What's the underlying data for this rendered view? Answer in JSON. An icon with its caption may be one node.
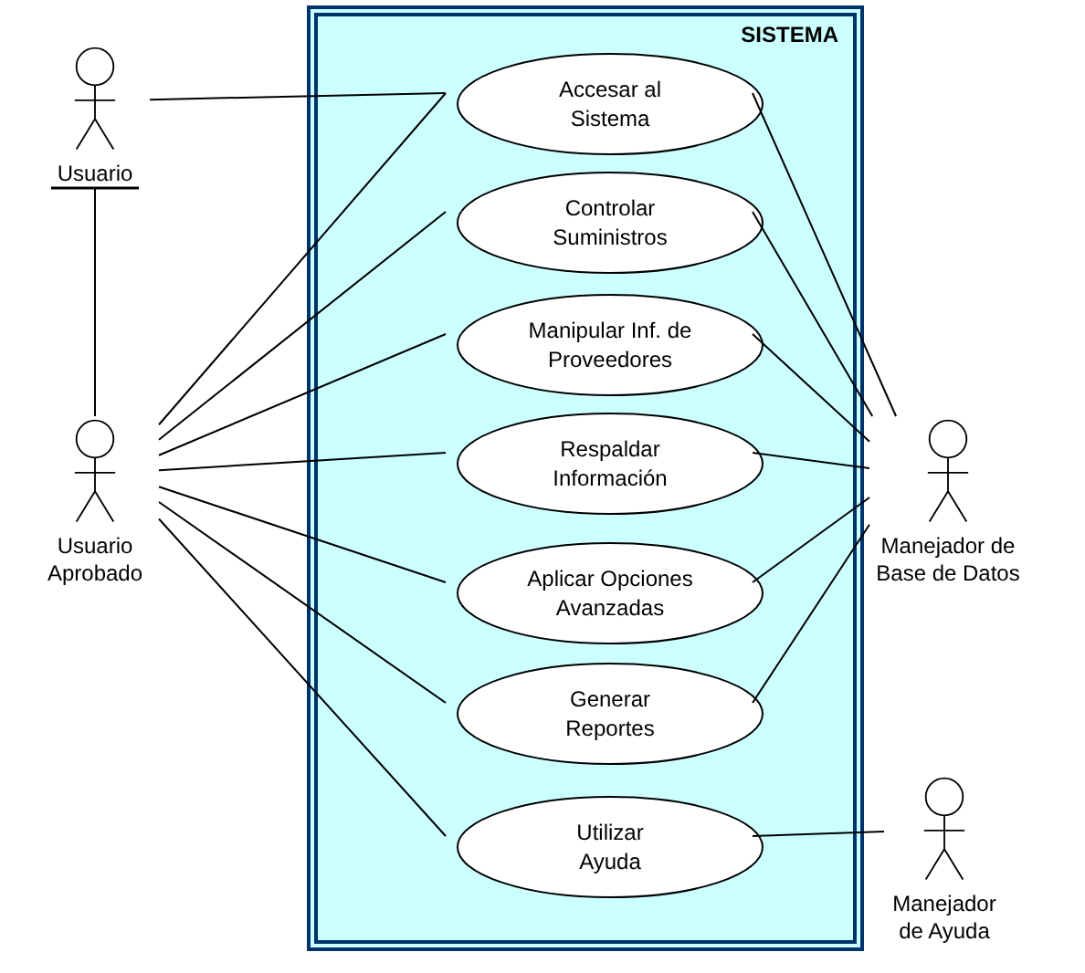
{
  "diagram": {
    "nodes": [
      {
        "text": [
          "Usuario"
        ]
      },
      {
        "text": [
          "SISTEMA"
        ]
      },
      {
        "text": [
          "Accesar al Sistema"
        ],
        "in": 1
      },
      {
        "text": [
          "Controlar Suministros"
        ],
        "in": 1
      },
      {
        "text": [
          "Manipular Inf. de Proveedores"
        ],
        "in": 1
      },
      {
        "text": [
          "Respaldar Información"
        ],
        "in": 1
      },
      {
        "text": [
          "Aplicar Opciones Avanzadas"
        ],
        "in": 1
      },
      {
        "text": [
          "Generar Reportes"
        ],
        "in": 1
      },
      {
        "text": [
          "Utilizar Ayuda"
        ],
        "in": 1
      },
      {
        "text": [
          "Usuario Aprobado"
        ]
      },
      {
        "text": [
          "Manejador de Base de Datos"
        ]
      },
      {
        "text": [
          "Manejador de Ayuda"
        ]
      }
    ],
    "edges": [
      {
        "from": 0,
        "to": 2,
        "arrow": "none"
      },
      {
        "from": 9,
        "to": 0,
        "arrow": "other"
      },
      {
        "from": 9,
        "to": 2,
        "arrow": "none"
      },
      {
        "from": 9,
        "to": 3,
        "arrow": "none"
      },
      {
        "from": 9,
        "to": 4,
        "arrow": "none"
      },
      {
        "from": 9,
        "to": 5,
        "arrow": "none"
      },
      {
        "from": 9,
        "to": 6,
        "arrow": "none"
      },
      {
        "from": 9,
        "to": 7,
        "arrow": "none"
      },
      {
        "from": 9,
        "to": 8,
        "arrow": "none"
      },
      {
        "from": 10,
        "to": 2,
        "arrow": "none"
      },
      {
        "from": 10,
        "to": 3,
        "arrow": "none"
      },
      {
        "from": 10,
        "to": 4,
        "arrow": "none"
      },
      {
        "from": 10,
        "to": 5,
        "arrow": "none"
      },
      {
        "from": 10,
        "to": 6,
        "arrow": "none"
      },
      {
        "from": 10,
        "to": 7,
        "arrow": "none"
      },
      {
        "from": 11,
        "to": 8,
        "arrow": "none"
      }
    ]
  }
}
